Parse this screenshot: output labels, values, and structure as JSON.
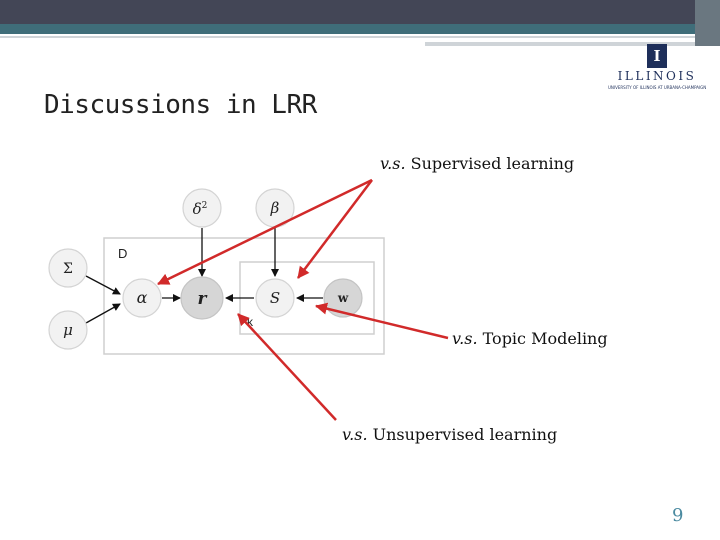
{
  "slide": {
    "title": "Discussions in LRR",
    "page_number": "9"
  },
  "logo": {
    "mark": "I",
    "wordmark": "ILLINOIS",
    "subtitle": "UNIVERSITY OF ILLINOIS AT URBANA-CHAMPAIGN"
  },
  "annotations": {
    "supervised": {
      "prefix": "v.s.",
      "text": "Supervised learning"
    },
    "topic": {
      "prefix": "v.s.",
      "text": "Topic Modeling"
    },
    "unsupervised": {
      "prefix": "v.s.",
      "text": "Unsupervised learning"
    }
  },
  "model": {
    "plate_outer_label": "D",
    "plate_inner_label": "k",
    "nodes": {
      "sigma": "Σ",
      "mu": "μ",
      "delta": "δ",
      "delta_sup": "2",
      "beta": "β",
      "alpha": "α",
      "r": "r",
      "s": "S",
      "w": "w"
    }
  },
  "colors": {
    "topbar": "#434656",
    "band": "#3f6d79",
    "arrow_red": "#d12a2a",
    "node_fill": "#f2f2f2",
    "observed_fill": "#d6d6d6",
    "page_number": "#4a8aa0"
  }
}
